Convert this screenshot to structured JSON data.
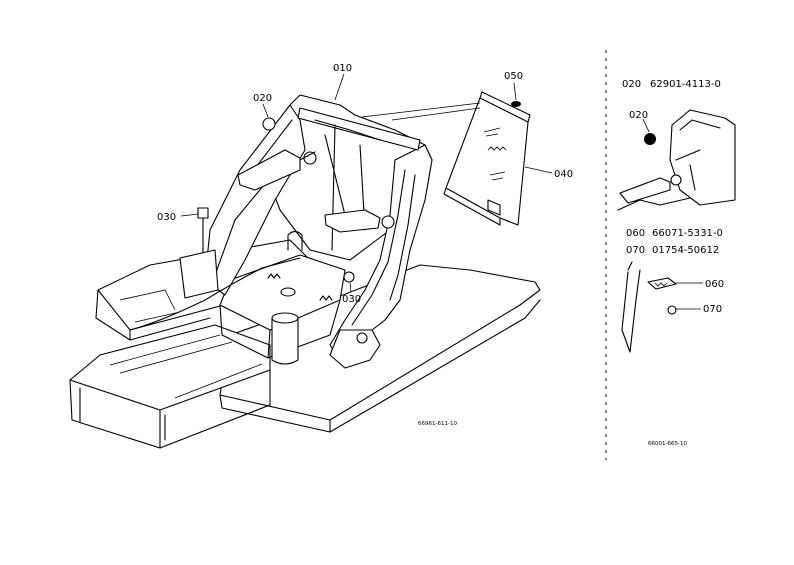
{
  "main_callouts": {
    "c010": "010",
    "c020": "020",
    "c030_left": "030",
    "c030_center": "030",
    "c040": "040",
    "c050": "050"
  },
  "main_figure_code": "66961-611-10",
  "side_parts": {
    "p020_code": "020",
    "p020_number": "62901-4113-0",
    "p060_code": "060",
    "p060_number": "66071-5331-0",
    "p070_code": "070",
    "p070_number": "01754-50612"
  },
  "side_callouts": {
    "c020": "020",
    "c060": "060",
    "c070": "070"
  },
  "side_figure_code": "66001-665-10",
  "colors": {
    "line": "#000000",
    "background": "#ffffff"
  }
}
